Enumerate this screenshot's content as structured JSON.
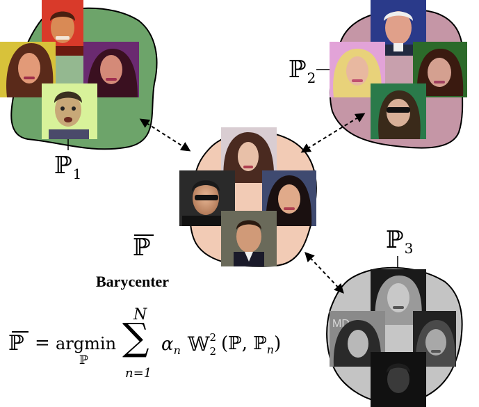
{
  "colors": {
    "p1_blob": "#6da46a",
    "p2_blob": "#c596a6",
    "p3_blob": "#c4c4c4",
    "bary_blob": "#f2cbb5",
    "p1_center": "#94b890",
    "p2_center": "#c8a0ad",
    "p3_center": "#c6c6c6",
    "bary_center": "#f2cbb5"
  },
  "labels": {
    "p1_symbol": "ℙ",
    "p1_index": "1",
    "p2_symbol": "ℙ",
    "p2_index": "2",
    "p3_symbol": "ℙ",
    "p3_index": "3",
    "bary_symbol": "ℙ",
    "bary_caption": "Barycenter"
  },
  "formula": {
    "lhs": "ℙ",
    "equals": "=",
    "argmin": "argmin",
    "argmin_under": "ℙ",
    "sum_upper": "N",
    "sum_symbol": "∑",
    "sum_lower": "n=1",
    "alpha": "α",
    "alpha_sub": "n",
    "wasserstein": "𝕎",
    "w_sup": "2",
    "w_sub": "2",
    "args_open": "(ℙ, ℙ",
    "args_sub": "n",
    "args_close": ")"
  },
  "groups": [
    {
      "id": "p1",
      "style": "tinted-colorful",
      "tiles": [
        "face-top",
        "face-left",
        "face-right",
        "face-bottom"
      ]
    },
    {
      "id": "p2",
      "style": "tinted-color",
      "tiles": [
        "face-top",
        "face-left",
        "face-right",
        "face-bottom"
      ]
    },
    {
      "id": "bary",
      "style": "natural-color",
      "tiles": [
        "face-top",
        "face-left",
        "face-right",
        "face-bottom"
      ]
    },
    {
      "id": "p3",
      "style": "grayscale-noisy",
      "tiles": [
        "face-top",
        "face-left",
        "face-right",
        "face-bottom"
      ]
    }
  ]
}
